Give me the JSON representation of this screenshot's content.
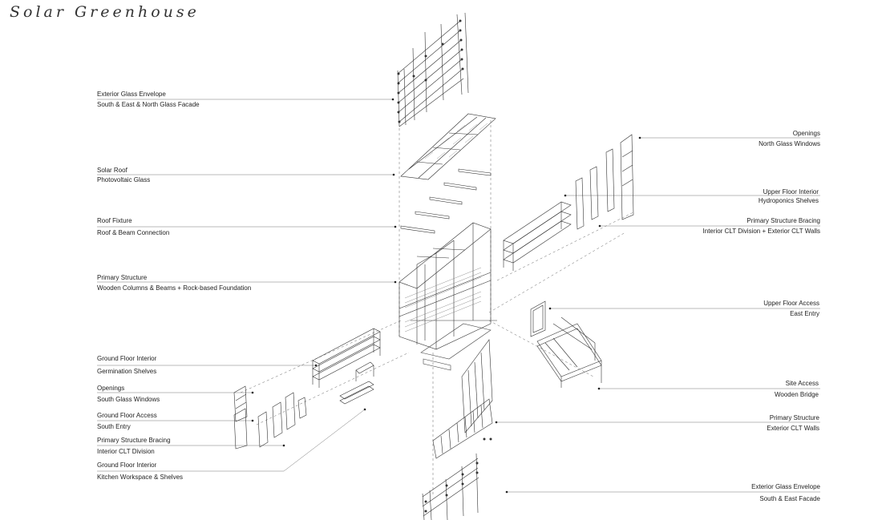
{
  "title": "Solar Greenhouse",
  "labels": {
    "ext_glass_top": {
      "a": "Exterior Glass Envelope",
      "b": "South & East & North Glass Facade"
    },
    "solar_roof": {
      "a": "Solar Roof",
      "b": "Photovoltaic Glass"
    },
    "roof_fixture": {
      "a": "Roof Fixture",
      "b": "Roof & Beam Connection"
    },
    "primary_structure_left": {
      "a": "Primary Structure",
      "b": "Wooden Columns & Beams + Rock-based Foundation"
    },
    "ground_germination": {
      "a": "Ground Floor Interior",
      "b": "Germination Shelves"
    },
    "openings_south": {
      "a": "Openings",
      "b": "South  Glass Windows"
    },
    "ground_access": {
      "a": "Ground Floor Access",
      "b": "South Entry"
    },
    "bracing_left": {
      "a": "Primary Structure Bracing",
      "b": "Interior CLT Division"
    },
    "ground_kitchen": {
      "a": "Ground Floor Interior",
      "b": "Kitchen Workspace & Shelves"
    },
    "openings_north": {
      "a": "Openings",
      "b": "North Glass Windows"
    },
    "upper_interior": {
      "a": "Upper Floor Interior",
      "b": "Hydroponics Shelves"
    },
    "bracing_right": {
      "a": "Primary Structure Bracing",
      "b": "Interior CLT Division + Exterior CLT Walls"
    },
    "upper_access": {
      "a": "Upper Floor Access",
      "b": "East Entry"
    },
    "site_access": {
      "a": "Site Access",
      "b": "Wooden Bridge"
    },
    "primary_structure_right": {
      "a": "Primary Structure",
      "b": "Exterior CLT Walls"
    },
    "ext_glass_bottom": {
      "a": "Exterior Glass Envelope",
      "b": "South & East Facade"
    }
  }
}
